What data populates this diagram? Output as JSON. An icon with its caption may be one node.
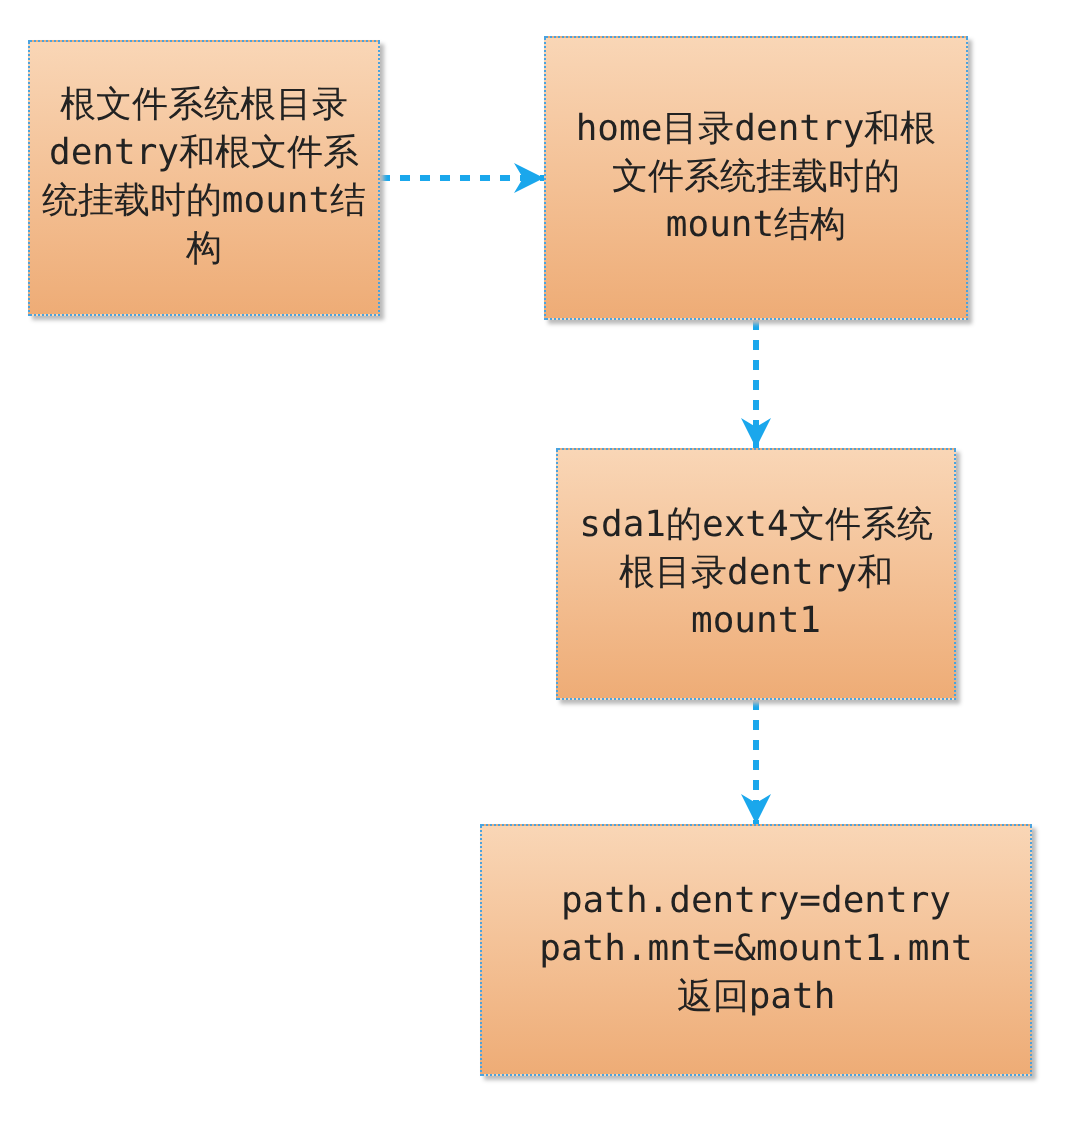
{
  "diagram": {
    "nodes": [
      {
        "text": [
          "根文件系统根目录dentry和根文件系统挂载时的mount结构"
        ]
      },
      {
        "text": [
          "home目录dentry和根文件系统挂载时的mount结构"
        ]
      },
      {
        "text": [
          "sda1的ext4文件系统根目录dentry和mount1"
        ]
      },
      {
        "text": [
          "path.dentry=dentry",
          "path.mnt=&mount1.mnt",
          "返回path"
        ]
      }
    ],
    "edges": [
      {
        "from": 0,
        "to": 1,
        "arrow": "to",
        "style": "dashed"
      },
      {
        "from": 1,
        "to": 2,
        "arrow": "to",
        "style": "dashed"
      },
      {
        "from": 2,
        "to": 3,
        "arrow": "to",
        "style": "dashed"
      }
    ]
  }
}
